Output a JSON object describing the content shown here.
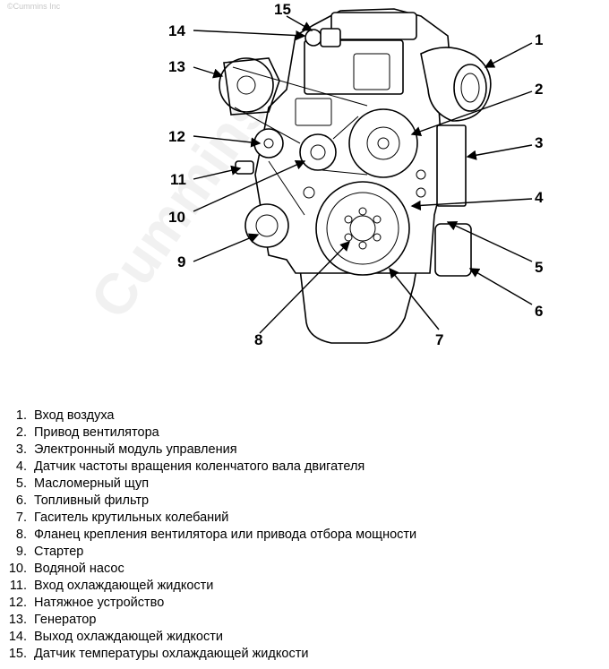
{
  "watermark": "©Cummins Inc",
  "watermark_logo": "Cummins",
  "callouts": [
    "1",
    "2",
    "3",
    "4",
    "5",
    "6",
    "7",
    "8",
    "9",
    "10",
    "11",
    "12",
    "13",
    "14",
    "15"
  ],
  "legend": [
    {
      "num": "1.",
      "label": "Вход воздуха"
    },
    {
      "num": "2.",
      "label": "Привод вентилятора"
    },
    {
      "num": "3.",
      "label": "Электронный модуль управления"
    },
    {
      "num": "4.",
      "label": "Датчик частоты вращения коленчатого вала двигателя"
    },
    {
      "num": "5.",
      "label": "Масломерный щуп"
    },
    {
      "num": "6.",
      "label": "Топливный фильтр"
    },
    {
      "num": "7.",
      "label": "Гаситель крутильных колебаний"
    },
    {
      "num": "8.",
      "label": "Фланец крепления вентилятора или привода отбора мощности"
    },
    {
      "num": "9.",
      "label": "Стартер"
    },
    {
      "num": "10.",
      "label": "Водяной насос"
    },
    {
      "num": "11.",
      "label": "Вход охлаждающей жидкости"
    },
    {
      "num": "12.",
      "label": "Натяжное устройство"
    },
    {
      "num": "13.",
      "label": "Генератор"
    },
    {
      "num": "14.",
      "label": "Выход охлаждающей жидкости"
    },
    {
      "num": "15.",
      "label": "Датчик температуры охлаждающей жидкости"
    }
  ]
}
